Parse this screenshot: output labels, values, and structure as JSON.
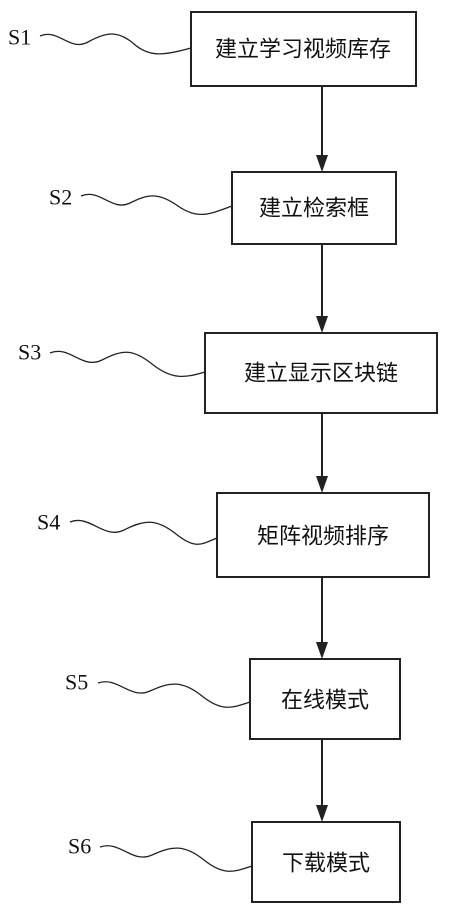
{
  "flowchart": {
    "steps": [
      {
        "id": "S1",
        "label": "S1",
        "text": "建立学习视频库存"
      },
      {
        "id": "S2",
        "label": "S2",
        "text": "建立检索框"
      },
      {
        "id": "S3",
        "label": "S3",
        "text": "建立显示区块链"
      },
      {
        "id": "S4",
        "label": "S4",
        "text": "矩阵视频排序"
      },
      {
        "id": "S5",
        "label": "S5",
        "text": "在线模式"
      },
      {
        "id": "S6",
        "label": "S6",
        "text": "下载模式"
      }
    ]
  }
}
